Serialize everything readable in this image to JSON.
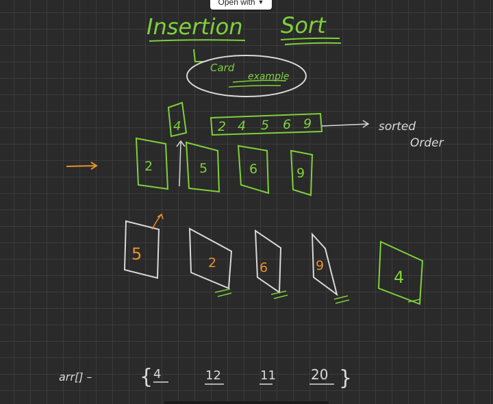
{
  "toolbar": {
    "open_with_label": "Open with",
    "dropdown_icon": "chevron-down-icon"
  },
  "colors": {
    "green": "#7fd13b",
    "white": "#d9d9d9",
    "orange": "#e8912c",
    "background": "#2a2a2a"
  },
  "notes": {
    "title_word1": "Insertion",
    "title_word2": "Sort",
    "card_label": "Card",
    "example_label": "example",
    "sorted_sequence": [
      "2",
      "4",
      "5",
      "6",
      "9"
    ],
    "sorted_label_line1": "sorted",
    "sorted_label_line2": "Order",
    "top_row_lifted_card": "4",
    "top_row_cards": [
      "2",
      "5",
      "6",
      "9"
    ],
    "bottom_row_cards": [
      "5",
      "2",
      "6",
      "9"
    ],
    "bottom_row_extra_card": "4",
    "array_prefix": "arr[] –",
    "array_open_brace": "{",
    "array_close_brace": "}",
    "array_values": [
      "4",
      "12",
      "11",
      "20"
    ]
  }
}
